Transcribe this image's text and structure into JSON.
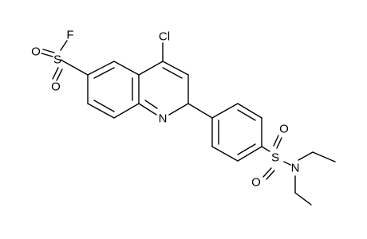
{
  "atoms": {
    "chlorine": "Cl",
    "fluorine": "F",
    "sulfur_left": "S",
    "oxygen_left_top": "O",
    "oxygen_left_bottom": "O",
    "quinoline_nitrogen": "N",
    "sulfur_right": "S",
    "oxygen_right_top": "O",
    "oxygen_right_bottom": "O",
    "amide_nitrogen": "N"
  }
}
